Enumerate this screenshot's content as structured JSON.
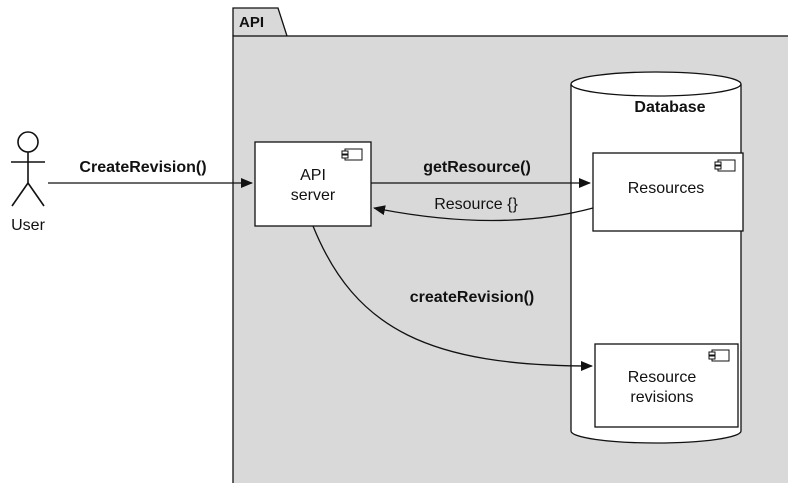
{
  "package": {
    "tab_label": "API"
  },
  "actor": {
    "label": "User"
  },
  "components": {
    "api_server": {
      "line1": "API",
      "line2": "server"
    },
    "database": {
      "label": "Database"
    },
    "resources": {
      "label": "Resources"
    },
    "resource_revisions": {
      "line1": "Resource",
      "line2": "revisions"
    }
  },
  "arrows": {
    "create_revision_call": "CreateRevision()",
    "get_resource": "getResource()",
    "resource_return": "Resource {}",
    "create_revision": "createRevision()"
  },
  "colors": {
    "package_fill": "#d9d9d9",
    "stroke": "#111111",
    "box_fill": "#ffffff"
  }
}
